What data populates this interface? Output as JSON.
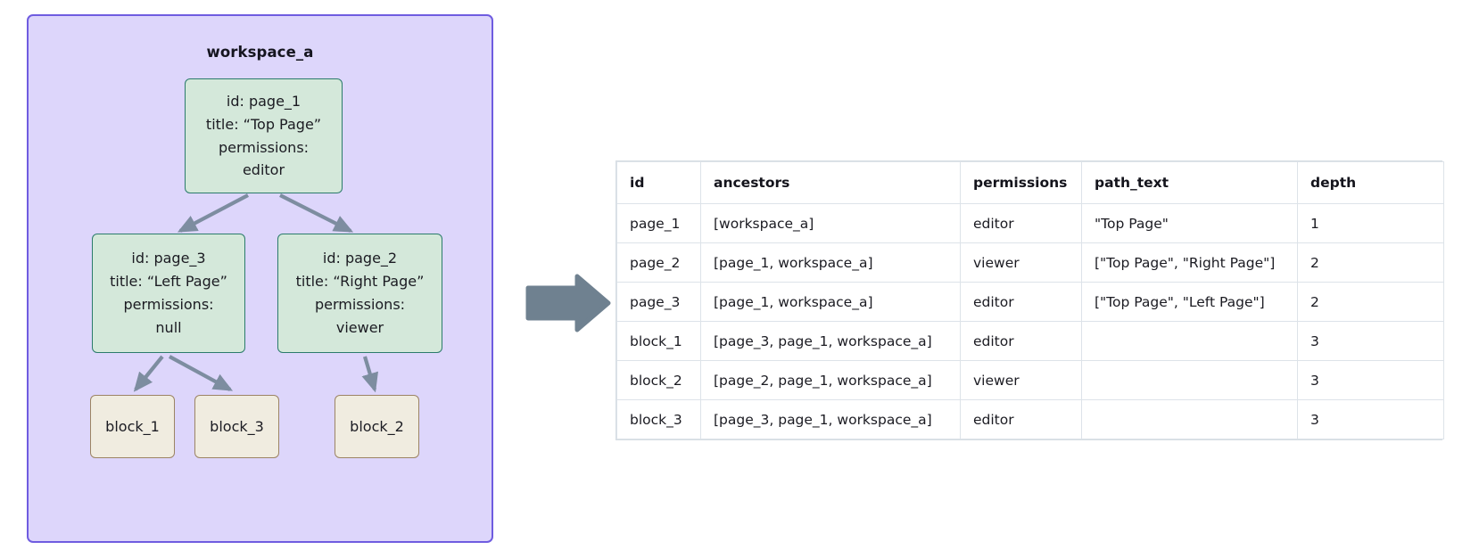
{
  "diagram": {
    "workspace": {
      "label": "workspace_a",
      "border_color": "#6f5ce0",
      "fill_color": "#ddd6fb"
    },
    "nodes": [
      {
        "key": "page_1",
        "kind": "page",
        "lines": [
          "id: page_1",
          "title: “Top Page”",
          "permissions:",
          "editor"
        ],
        "fill_color": "#d4e8da",
        "border_color": "#2b7b6b"
      },
      {
        "key": "page_3",
        "kind": "page",
        "lines": [
          "id: page_3",
          "title: “Left Page”",
          "permissions:",
          "null"
        ],
        "fill_color": "#d4e8da",
        "border_color": "#2b7b6b"
      },
      {
        "key": "page_2",
        "kind": "page",
        "lines": [
          "id: page_2",
          "title: “Right Page”",
          "permissions:",
          "viewer"
        ],
        "fill_color": "#d4e8da",
        "border_color": "#2b7b6b"
      },
      {
        "key": "block_1",
        "kind": "block",
        "lines": [
          "block_1"
        ],
        "fill_color": "#f0ece0",
        "border_color": "#9c8464"
      },
      {
        "key": "block_3",
        "kind": "block",
        "lines": [
          "block_3"
        ],
        "fill_color": "#f0ece0",
        "border_color": "#9c8464"
      },
      {
        "key": "block_2",
        "kind": "block",
        "lines": [
          "block_2"
        ],
        "fill_color": "#f0ece0",
        "border_color": "#9c8464"
      }
    ],
    "edges": [
      {
        "from": "page_1",
        "to": "page_3"
      },
      {
        "from": "page_1",
        "to": "page_2"
      },
      {
        "from": "page_3",
        "to": "block_1"
      },
      {
        "from": "page_3",
        "to": "block_3"
      },
      {
        "from": "page_2",
        "to": "block_2"
      }
    ],
    "edge_color": "#7d8da0",
    "transition_arrow": {
      "name": "right-arrow",
      "color": "#6f8190"
    }
  },
  "table": {
    "columns": [
      "id",
      "ancestors",
      "permissions",
      "path_text",
      "depth"
    ],
    "rows": [
      {
        "id": "page_1",
        "ancestors": "[workspace_a]",
        "permissions": "editor",
        "path_text": "\"Top Page\"",
        "depth": "1"
      },
      {
        "id": "page_2",
        "ancestors": "[page_1, workspace_a]",
        "permissions": "viewer",
        "path_text": "[\"Top Page\", \"Right Page\"]",
        "depth": "2"
      },
      {
        "id": "page_3",
        "ancestors": "[page_1, workspace_a]",
        "permissions": "editor",
        "path_text": "[\"Top Page\", \"Left Page\"]",
        "depth": "2"
      },
      {
        "id": "block_1",
        "ancestors": "[page_3, page_1, workspace_a]",
        "permissions": "editor",
        "path_text": "",
        "depth": "3"
      },
      {
        "id": "block_2",
        "ancestors": "[page_2, page_1, workspace_a]",
        "permissions": "viewer",
        "path_text": "",
        "depth": "3"
      },
      {
        "id": "block_3",
        "ancestors": "[page_3, page_1, workspace_a]",
        "permissions": "editor",
        "path_text": "",
        "depth": "3"
      }
    ]
  }
}
